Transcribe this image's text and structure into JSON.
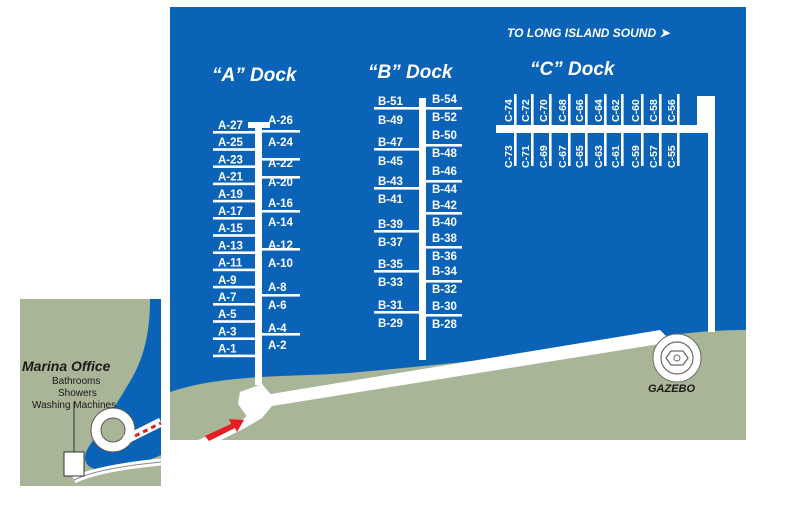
{
  "colors": {
    "water": "#0b63b8",
    "land": "#a9b597",
    "walkway": "#ffffff",
    "arrow": "#e31e24"
  },
  "labels": {
    "sound": "TO LONG ISLAND SOUND ➤",
    "office_title": "Marina Office",
    "office_amenities": [
      "Bathrooms",
      "Showers",
      "Washing Machines"
    ],
    "gazebo": "GAZEBO"
  },
  "docks": {
    "a": {
      "title": "“A” Dock",
      "left": [
        "A-27",
        "A-25",
        "A-23",
        "A-21",
        "A-19",
        "A-17",
        "A-15",
        "A-13",
        "A-11",
        "A-9",
        "A-7",
        "A-5",
        "A-3",
        "A-1"
      ],
      "right": [
        "A-26",
        "A-24",
        "A-22",
        "A-20",
        "A-16",
        "A-14",
        "A-12",
        "A-10",
        "A-8",
        "A-6",
        "A-4",
        "A-2"
      ]
    },
    "b": {
      "title": "“B” Dock",
      "left": [
        "B-51",
        "B-49",
        "B-47",
        "B-45",
        "B-43",
        "B-41",
        "B-39",
        "B-37",
        "B-35",
        "B-33",
        "B-31",
        "B-29"
      ],
      "right": [
        "B-54",
        "B-52",
        "B-50",
        "B-48",
        "B-46",
        "B-44",
        "B-42",
        "B-40",
        "B-38",
        "B-36",
        "B-34",
        "B-32",
        "B-30",
        "B-28"
      ]
    },
    "c": {
      "title": "“C” Dock",
      "top": [
        "C-74",
        "C-72",
        "C-70",
        "C-68",
        "C-66",
        "C-64",
        "C-62",
        "C-60",
        "C-58",
        "C-56"
      ],
      "bottom": [
        "C-73",
        "C-71",
        "C-69",
        "C-67",
        "C-65",
        "C-63",
        "C-61",
        "C-59",
        "C-57",
        "C-55"
      ]
    }
  }
}
